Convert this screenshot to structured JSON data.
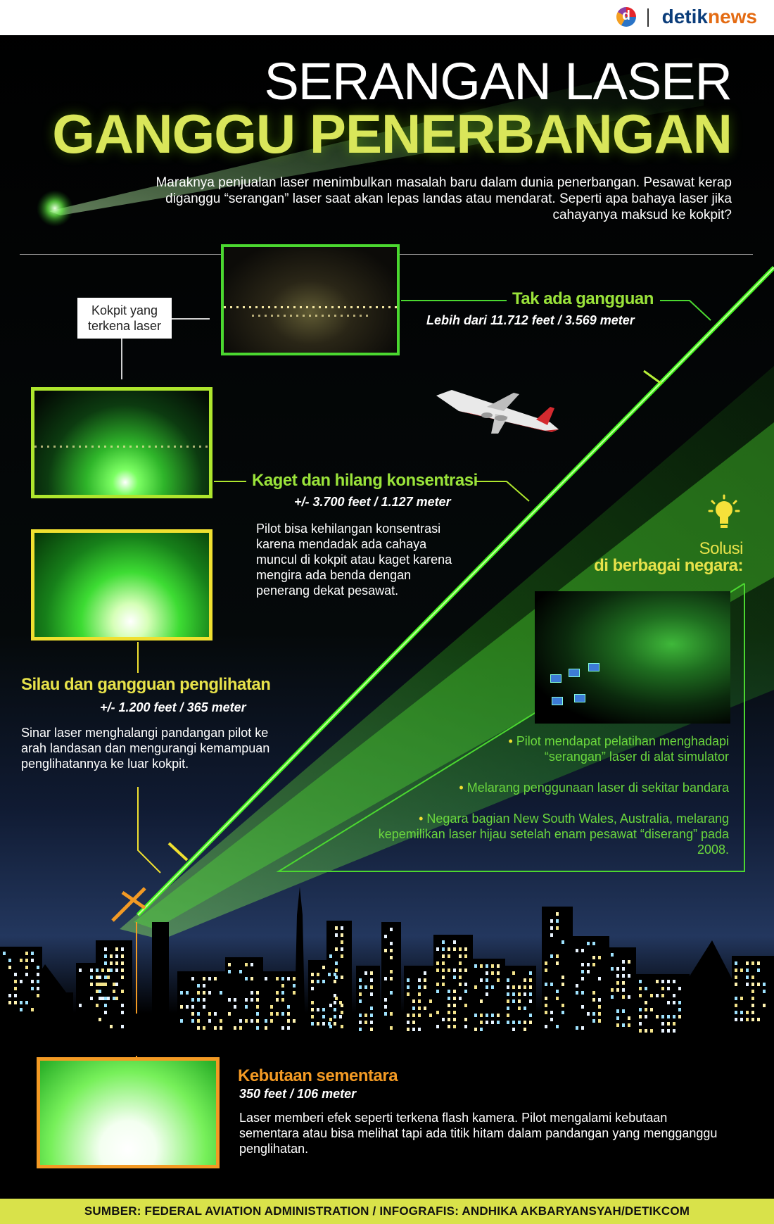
{
  "brand": {
    "mark": "d",
    "name_part1": "detik",
    "name_part2": "news"
  },
  "title": {
    "line1": "SERANGAN LASER",
    "line2": "GANGGU PENERBANGAN"
  },
  "intro": "Maraknya penjualan laser menimbulkan masalah baru dalam dunia penerbangan. Pesawat kerap diganggu “serangan” laser saat akan lepas landas atau mendarat. Seperti apa bahaya laser jika cahayanya maksud ke kokpit?",
  "callout_label": "Kokpit yang terkena laser",
  "stages": [
    {
      "heading": "Tak ada gangguan",
      "altitude": "Lebih dari 11.712 feet / 3.569 meter",
      "description": ""
    },
    {
      "heading": "Kaget dan hilang konsentrasi",
      "altitude": "+/- 3.700 feet / 1.127 meter",
      "description": "Pilot bisa kehilangan konsentrasi karena mendadak ada cahaya muncul di kokpit atau kaget karena mengira ada benda dengan penerang dekat pesawat."
    },
    {
      "heading": "Silau dan gangguan penglihatan",
      "altitude": "+/- 1.200 feet / 365 meter",
      "description": "Sinar laser menghalangi pandangan pilot ke arah landasan dan mengurangi kemampuan penglihatannya ke luar kokpit."
    },
    {
      "heading": "Kebutaan sementara",
      "altitude": "350 feet / 106 meter",
      "description": "Laser memberi efek seperti terkena flash kamera. Pilot mengalami kebutaan sementara atau bisa melihat tapi ada titik hitam dalam pandangan yang mengganggu penglihatan."
    }
  ],
  "solutions": {
    "title_line1": "Solusi",
    "title_line2": "di berbagai negara:",
    "items": [
      "Pilot mendapat pelatihan menghadapi “serangan” laser di alat simulator",
      "Melarang penggunaan laser di sekitar bandara",
      "Negara bagian New South Wales, Australia, melarang kepemilikan laser hijau setelah enam pesawat “diserang” pada 2008."
    ]
  },
  "footer": "SUMBER: FEDERAL AVIATION ADMINISTRATION / INFOGRAFIS: ANDHIKA AKBARYANSYAH/DETIKCOM",
  "colors": {
    "laser_green": "#3fe81f",
    "title_yellow": "#d9e65a",
    "heading_green": "#9ae33a",
    "heading_yellow": "#e7e24a",
    "heading_orange": "#f39a24",
    "solution_green": "#6bd83d",
    "footer_bg": "#d9e24a"
  },
  "icons": [
    "airplane-icon",
    "lightbulb-icon"
  ]
}
